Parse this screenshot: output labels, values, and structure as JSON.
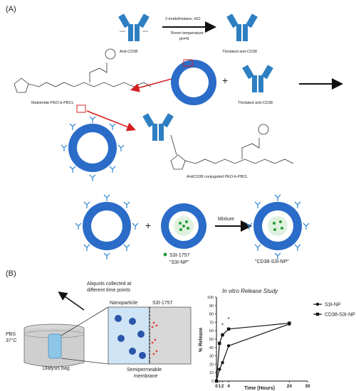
{
  "panels": {
    "a": "(A)",
    "b": "(B)"
  },
  "top": {
    "reagent": "2-imidothiolane, HCl",
    "conditions_1": "Room temperature",
    "conditions_2": "pH=8",
    "anti_label": "Anti-CD38",
    "thiol_label": "Thiolated anti-CD38"
  },
  "middle": {
    "maleimide_label": "Maleimide-PEO-b-PBCL",
    "thiol_label": "Thiolated anti-CD38",
    "conj_label": "AntiCD38 conjugated PEO-b-PBCL"
  },
  "bottom": {
    "plus": "+",
    "mixture": "Mixture",
    "drug_legend": "S3I-1757",
    "s3i_np": "\"S3I-NP\"",
    "cd38_np": "\"CD38-S3I-NP\""
  },
  "release_setup": {
    "aliquots_1": "Aliquots collected at",
    "aliquots_2": "different time points",
    "nanoparticle": "Nanoparticle",
    "drug": "S3I-1757",
    "pbs_1": "PBS",
    "pbs_2": "37°C",
    "dialysis": "Dialysis bag",
    "membrane_1": "Semipermeable",
    "membrane_2": "membrane"
  },
  "chart_data": {
    "type": "line",
    "title": "In vitro Release Study",
    "xlabel": "Time (Hours)",
    "ylabel": "% Release",
    "xlim": [
      0,
      30
    ],
    "ylim": [
      0,
      100
    ],
    "xticks": [
      "0",
      "1",
      "2",
      "4",
      "24",
      "30"
    ],
    "yticks": [
      "0",
      "10",
      "20",
      "30",
      "40",
      "50",
      "60",
      "70",
      "80",
      "90",
      "100"
    ],
    "xtick_values": [
      0,
      1,
      2,
      4,
      24,
      30
    ],
    "series": [
      {
        "name": "S3I-NP",
        "marker": "circle",
        "x": [
          0,
          1,
          2,
          4,
          24
        ],
        "y": [
          0,
          14,
          22,
          42,
          68
        ]
      },
      {
        "name": "CD38-S3I-NP",
        "marker": "square",
        "x": [
          0,
          1,
          2,
          4,
          24
        ],
        "y": [
          0,
          45,
          55,
          62,
          69
        ]
      }
    ],
    "annotations": [
      {
        "text": "*",
        "x": 2,
        "y": 64
      },
      {
        "text": "*",
        "x": 4,
        "y": 71
      }
    ],
    "legend_position": "upper right, outside plot"
  }
}
